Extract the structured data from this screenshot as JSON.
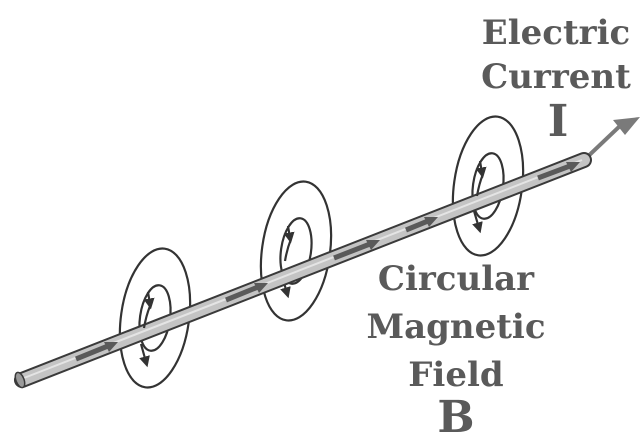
{
  "labels": {
    "current_line1": "Electric",
    "current_line2": "Current",
    "current_symbol": "I",
    "field_line1": "Circular",
    "field_line2": "Magnetic",
    "field_line3": "Field",
    "field_symbol": "B"
  },
  "colors": {
    "wire_fill": "#c4c4c4",
    "wire_outline": "#3a3a3a",
    "loop_stroke": "#333333",
    "current_arrow": "#7a7a7a",
    "label_text": "#5a5a5a"
  },
  "loop_count": 3
}
